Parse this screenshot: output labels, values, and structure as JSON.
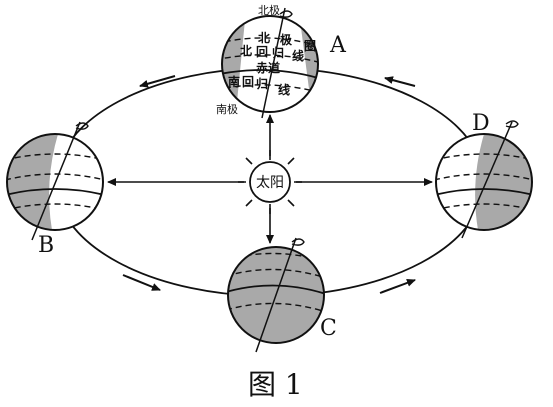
{
  "sun": {
    "label": "太阳"
  },
  "positions": {
    "a": "A",
    "b": "B",
    "c": "C",
    "d": "D"
  },
  "globe_labels": {
    "north_pole": "北极",
    "south_pole": "南极",
    "arctic_circle_1": "北",
    "arctic_circle_2": "极",
    "arctic_circle_3": "圈",
    "tropic_cancer_1": "北",
    "tropic_cancer_2": "回",
    "tropic_cancer_3": "归",
    "tropic_cancer_4": "线",
    "equator": "赤道",
    "tropic_capricorn_1": "南",
    "tropic_capricorn_2": "回",
    "tropic_capricorn_3": "归",
    "tropic_capricorn_4": "线"
  },
  "caption": "图 1",
  "colors": {
    "shade": "#a9a9a9",
    "stroke": "#111111"
  }
}
